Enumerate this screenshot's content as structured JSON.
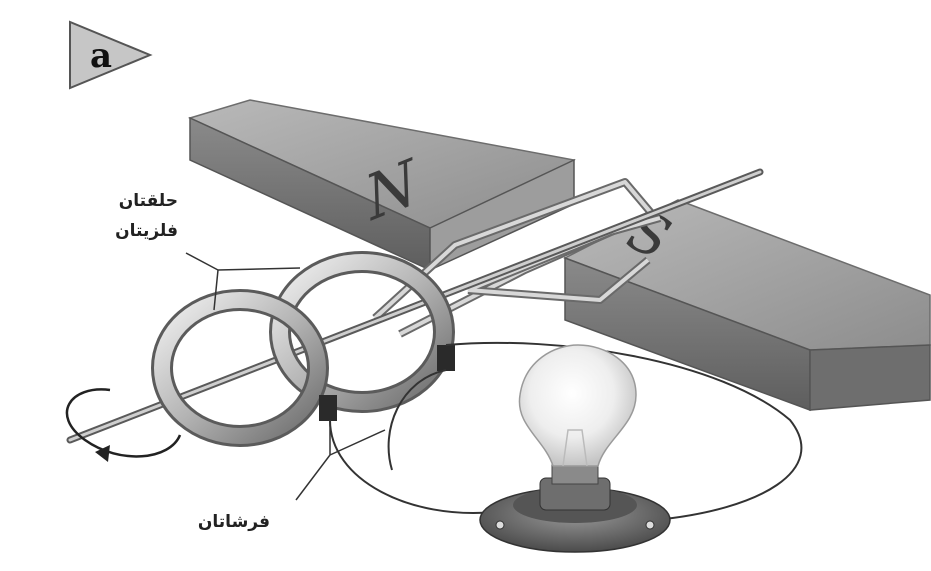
{
  "panel": {
    "marker": "a"
  },
  "magnet": {
    "north": "N",
    "south": "S"
  },
  "labels": {
    "slip_rings": [
      "حلقتان",
      "فلزيتان"
    ],
    "brushes": "فرشاتان"
  }
}
